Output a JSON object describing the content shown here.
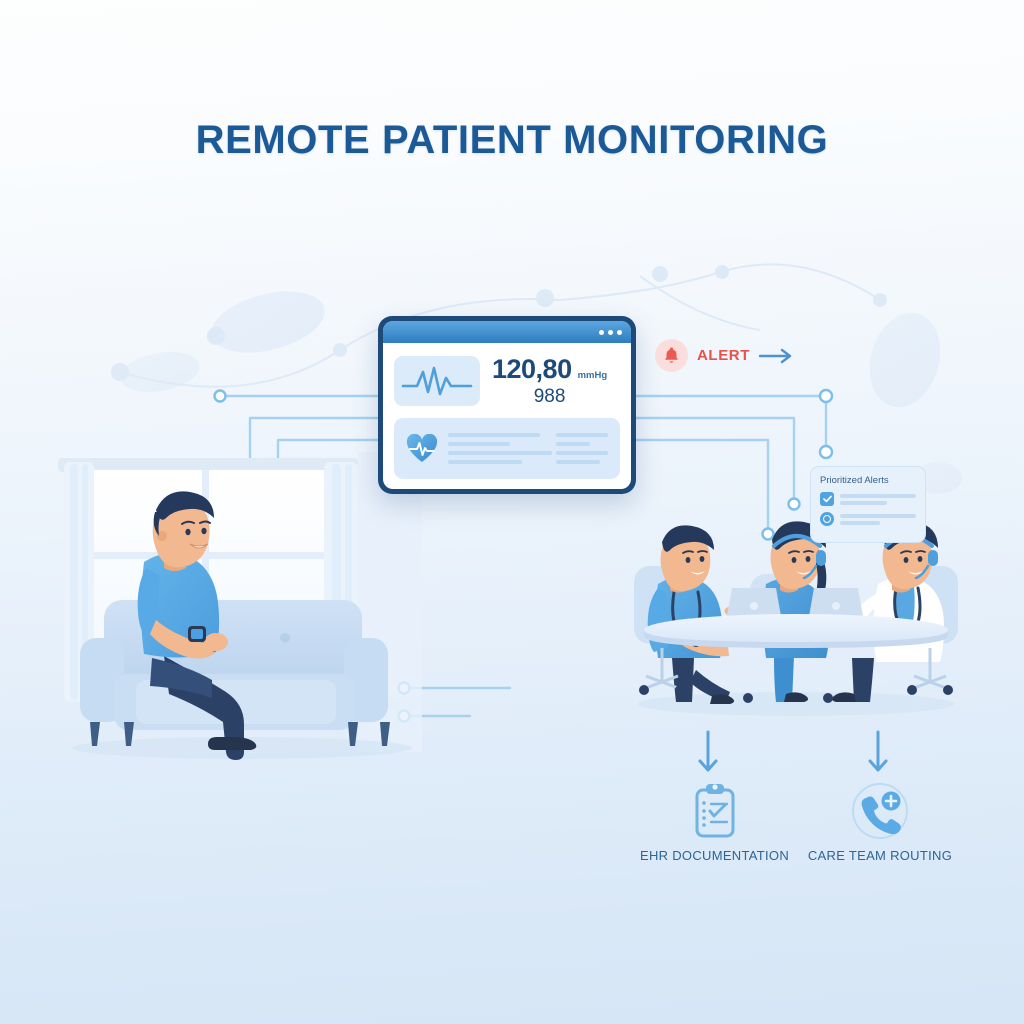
{
  "title": "REMOTE PATIENT MONITORING",
  "colors": {
    "title_blue": "#1b5a96",
    "accent_blue": "#4fa3e3",
    "deep_navy": "#1e4a79",
    "alert_red": "#e8514b",
    "alert_red_bg": "#fadede",
    "panel_blue": "#dbebfa",
    "bg_top": "#fdfefe",
    "bg_bottom": "#d6e6f6"
  },
  "dashboard": {
    "window_dots": 3,
    "ecg_icon": "ecg-waveform-icon",
    "blood_pressure": "120,80",
    "blood_pressure_unit": "mmHg",
    "secondary_reading": "988",
    "heart_icon": "heart-pulse-icon",
    "skeleton_rows": 3
  },
  "alert": {
    "icon": "bell-icon",
    "label": "ALERT",
    "arrow_icon": "arrow-right-icon"
  },
  "alerts_card": {
    "title": "Prioritized Alerts",
    "rows": [
      {
        "checkbox": "checkbox-checked-icon",
        "state": "checked"
      },
      {
        "checkbox": "checkbox-circle-icon",
        "state": "pending"
      }
    ]
  },
  "patient_scene": {
    "name": "patient-at-home",
    "description": "Man seated on sofa wearing smartwatch by a window"
  },
  "care_team_scene": {
    "name": "care-team-meeting",
    "members": [
      {
        "role": "nurse-male",
        "attire": "blue-scrubs",
        "accessory": "stethoscope"
      },
      {
        "role": "nurse-female",
        "attire": "blue-scrubs",
        "accessory": "headset"
      },
      {
        "role": "doctor",
        "attire": "white-coat",
        "accessory": "headset"
      }
    ],
    "laptops": 2
  },
  "outcomes": [
    {
      "icon": "clipboard-checklist-icon",
      "label": "EHR DOCUMENTATION",
      "arrow": "arrow-down-icon"
    },
    {
      "icon": "phone-plus-icon",
      "label": "CARE TEAM ROUTING",
      "arrow": "arrow-down-icon"
    }
  ]
}
